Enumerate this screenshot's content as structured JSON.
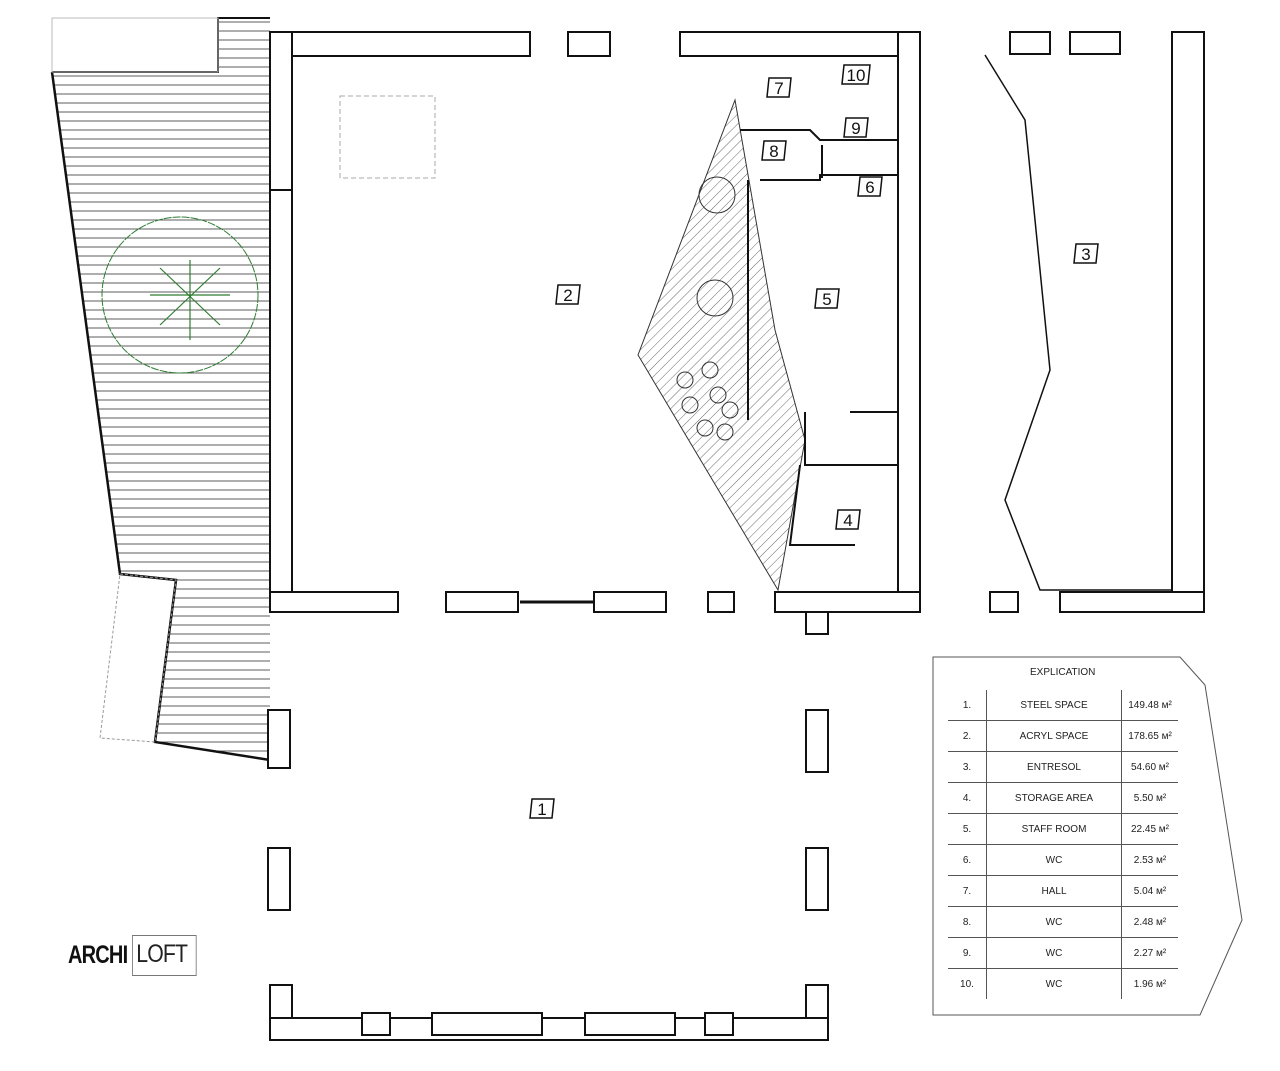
{
  "rooms": [
    {
      "num": "1"
    },
    {
      "num": "2"
    },
    {
      "num": "3"
    },
    {
      "num": "4"
    },
    {
      "num": "5"
    },
    {
      "num": "6"
    },
    {
      "num": "7"
    },
    {
      "num": "8"
    },
    {
      "num": "9"
    },
    {
      "num": "10"
    }
  ],
  "explication": {
    "title": "EXPLICATION",
    "rows": [
      {
        "n": "1.",
        "name": "STEEL SPACE",
        "area": "149.48 м²"
      },
      {
        "n": "2.",
        "name": "ACRYL SPACE",
        "area": "178.65 м²"
      },
      {
        "n": "3.",
        "name": "ENTRESOL",
        "area": "54.60 м²"
      },
      {
        "n": "4.",
        "name": "STORAGE AREA",
        "area": "5.50 м²"
      },
      {
        "n": "5.",
        "name": "STAFF ROOM",
        "area": "22.45 м²"
      },
      {
        "n": "6.",
        "name": "WC",
        "area": "2.53 м²"
      },
      {
        "n": "7.",
        "name": "HALL",
        "area": "5.04 м²"
      },
      {
        "n": "8.",
        "name": "WC",
        "area": "2.48 м²"
      },
      {
        "n": "9.",
        "name": "WC",
        "area": "2.27 м²"
      },
      {
        "n": "10.",
        "name": "WC",
        "area": "1.96 м²"
      }
    ]
  },
  "logo": {
    "part1": "ARCHI",
    "part2": "LOFT"
  },
  "colors": {
    "wall": "#111111",
    "tree": "#2e7d32",
    "line": "#555555"
  }
}
